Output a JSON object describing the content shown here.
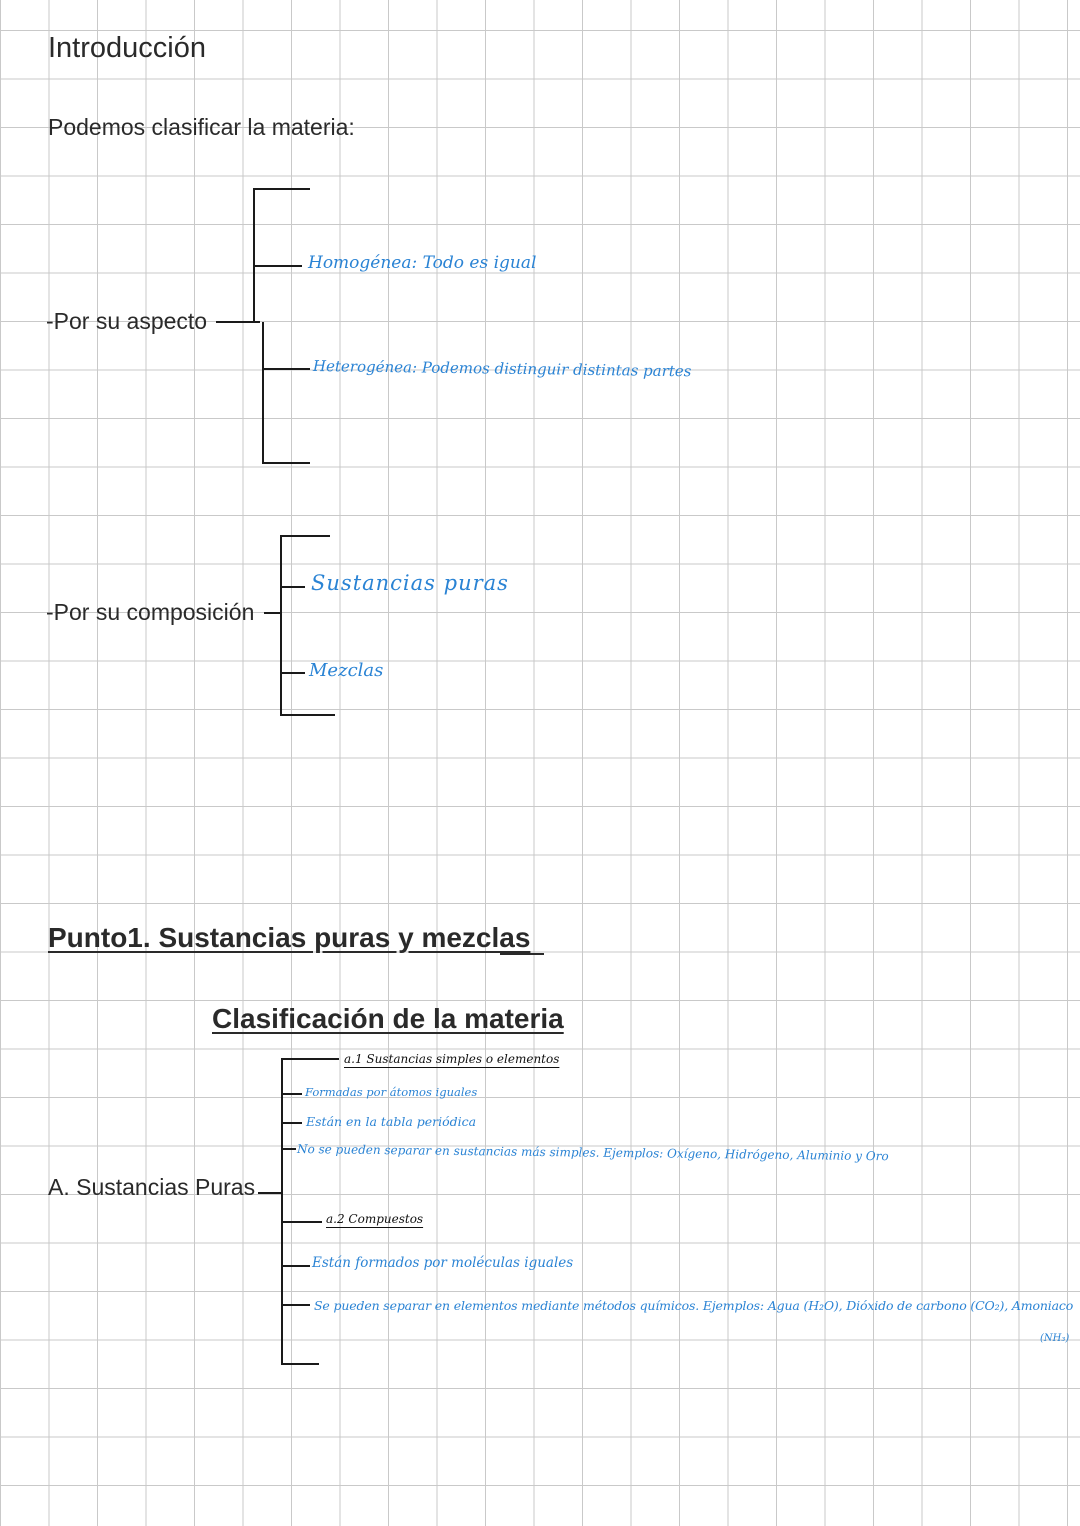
{
  "intro": {
    "title": "Introducción",
    "lead": "Podemos clasificar la materia:"
  },
  "aspecto": {
    "label": "-Por su aspecto",
    "items": [
      "Homogénea: Todo es igual",
      "Heterogénea: Podemos distinguir distintas partes"
    ]
  },
  "composicion": {
    "label": "-Por su composición",
    "items": [
      "Sustancias puras",
      "Mezclas"
    ]
  },
  "punto1": {
    "title": "Punto1. Sustancias puras y mezclas"
  },
  "clasificacion": {
    "title": "Clasificación de la materia",
    "root_label": "A. Sustancias Puras",
    "a1": {
      "heading": "a.1 Sustancias simples o elementos",
      "items": [
        "Formadas por átomos iguales",
        "Están en la tabla periódica",
        "No se pueden separar en sustancias más simples. Ejemplos: Oxígeno, Hidrógeno, Aluminio y Oro"
      ]
    },
    "a2": {
      "heading": "a.2 Compuestos",
      "items": [
        "Están formados por moléculas iguales",
        "Se pueden separar en elementos mediante métodos químicos. Ejemplos: Agua (H₂O), Dióxido de carbono (CO₂), Amoniaco",
        "(NH₃)"
      ]
    }
  },
  "colors": {
    "handwriting_blue": "#2a83d4",
    "ink_black": "#111111",
    "grid": "#c9c9c9"
  }
}
